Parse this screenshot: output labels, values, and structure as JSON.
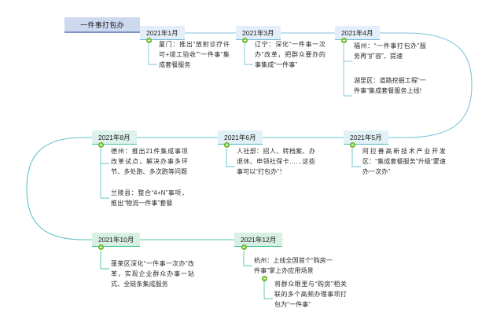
{
  "diagram": {
    "title": "一件事打包办",
    "root": {
      "label": "一件事打包办"
    },
    "nodes": [
      {
        "id": "m1",
        "month": "2021年1月",
        "color": "blue",
        "items": [
          "厦门：推出“放射诊疗许可+竣工验收”“一件事”集成套餐服务"
        ]
      },
      {
        "id": "m3",
        "month": "2021年3月",
        "color": "blue",
        "items": [
          "辽宁：深化“一件事一次办”改革，把群众要办的事集成“一件事”"
        ]
      },
      {
        "id": "m4",
        "month": "2021年4月",
        "color": "blue",
        "items": [
          "福州：“一件事打包办”服务再“扩容”、提速",
          "湖里区：道路挖掘工程“一件事”集成套餐服务上线!"
        ]
      },
      {
        "id": "m5",
        "month": "2021年5月",
        "color": "cyan",
        "items": [
          "阿拉善高新技术产业开发区：“集成套餐服务”升级“蒙速办一次办”"
        ]
      },
      {
        "id": "m6",
        "month": "2021年6月",
        "color": "cyan",
        "items": [
          "人社部：招人、转档案、办退休、申领社保卡……这些事可以“打包办”！"
        ]
      },
      {
        "id": "m8",
        "month": "2021年8月",
        "color": "mint",
        "items": [
          "德州：推出21件集成事项改革试点，解决办事多环节、多处跑、多次跑等问题",
          "兰陵县：整合“4+N”事项，推出“物流一件事”套餐"
        ]
      },
      {
        "id": "m10",
        "month": "2021年10月",
        "color": "green",
        "items": [
          "蓬莱区深化“一件事一次办”改革，实现企业群众办事一站式、全链条集成服务"
        ]
      },
      {
        "id": "m12",
        "month": "2021年12月",
        "color": "green",
        "items": [
          "杭州：上线全国首个“购房一件事”掌上办应用场景"
        ],
        "subitems": [
          "将群众眼里与“购房”相关联的多个高频办理事项打包为“一件事”"
        ]
      }
    ],
    "colors": {
      "root_fill": "#cdd9ef",
      "root_accent": "#7d93c4",
      "blue_fill": "#e4eef8",
      "blue_accent": "#6fb7d8",
      "cyan_fill": "#e2f1f5",
      "cyan_accent": "#54b7c9",
      "mint_fill": "#ddf2ec",
      "mint_accent": "#45c2a5",
      "green_fill": "#d8f0e4",
      "green_accent": "#3dbf8c",
      "dot": "#8fd44a",
      "text": "#2b2b2b"
    }
  }
}
